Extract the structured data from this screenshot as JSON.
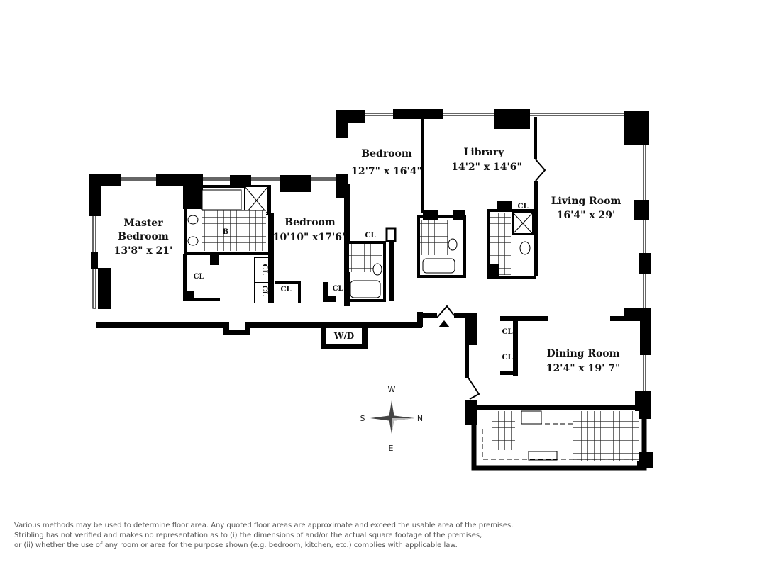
{
  "rooms": {
    "master_bedroom": {
      "name_line1": "Master",
      "name_line2": "Bedroom",
      "size": "13'8\" x 21'"
    },
    "bedroom_2": {
      "name": "Bedroom",
      "size": "10'10\" x17'6\""
    },
    "bedroom_3": {
      "name": "Bedroom",
      "size": "12'7\" x 16'4\""
    },
    "library": {
      "name": "Library",
      "size": "14'2\" x 14'6\""
    },
    "living_room": {
      "name": "Living Room",
      "size": "16'4\" x  29'"
    },
    "dining_room": {
      "name": "Dining Room",
      "size": "12'4\" x 19' 7\""
    },
    "closet_label": "CL",
    "bath_label": "B",
    "washer_dryer": "W/D"
  },
  "compass": {
    "north": "N",
    "south": "S",
    "east": "E",
    "west": "W"
  },
  "disclaimer": [
    "Various methods may be used to determine floor area.  Any quoted floor areas are approximate and exceed the usable area of the premises.",
    "Stribling has not verified and makes no representation as to (i) the dimensions of and/or the actual square footage of the premises,",
    "or (ii) whether the use of any room or area for the purpose shown (e.g. bedroom, kitchen, etc.) complies with applicable law."
  ]
}
